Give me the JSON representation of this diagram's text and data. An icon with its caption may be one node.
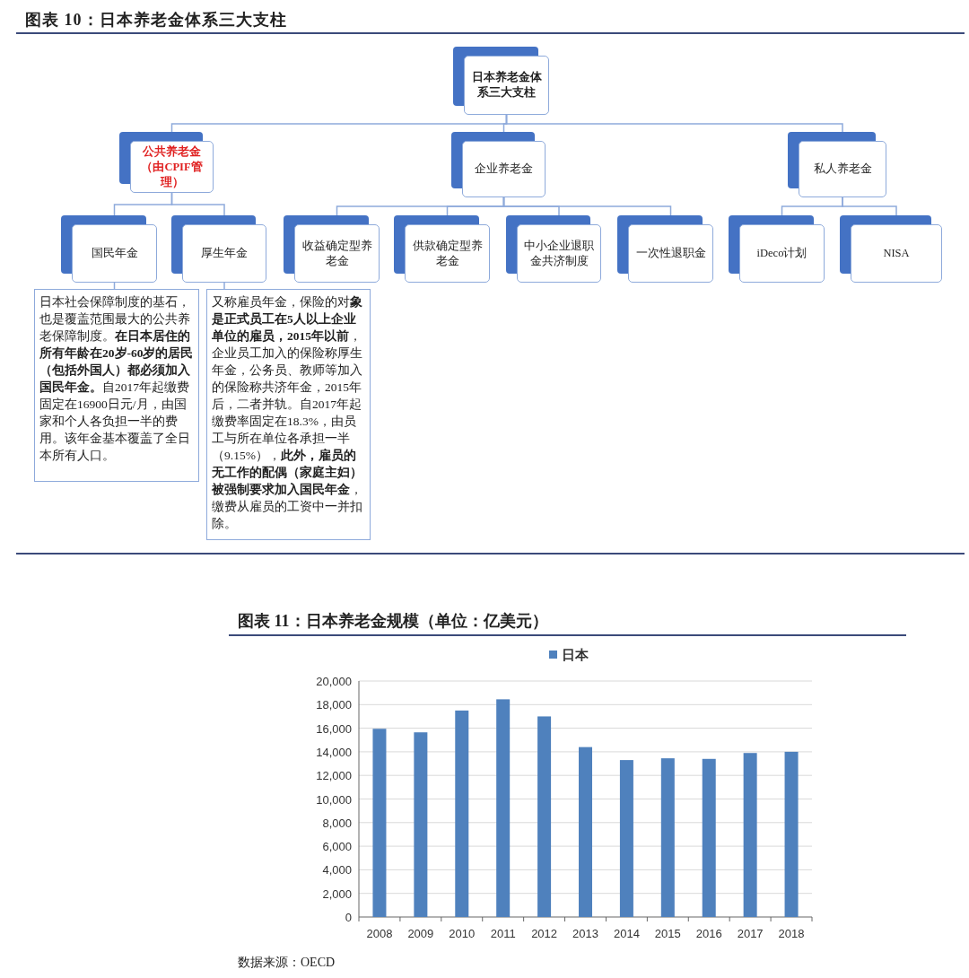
{
  "diagram": {
    "title": "图表 10：日本养老金体系三大支柱",
    "nodes": [
      {
        "text": [
          "日本养老金体系三大支柱"
        ]
      },
      {
        "text": [
          "公共养老金（由CPIF管理）"
        ]
      },
      {
        "text": [
          "企业养老金"
        ]
      },
      {
        "text": [
          "私人养老金"
        ]
      },
      {
        "text": [
          "国民年金"
        ]
      },
      {
        "text": [
          "厚生年金"
        ]
      },
      {
        "text": [
          "收益确定型养老金"
        ]
      },
      {
        "text": [
          "供款确定型养老金"
        ]
      },
      {
        "text": [
          "中小企业退职金共济制度"
        ]
      },
      {
        "text": [
          "一次性退职金"
        ]
      },
      {
        "text": [
          "iDeco计划"
        ]
      },
      {
        "text": [
          "NISA"
        ]
      },
      {
        "text": [
          "日本社会保障制度的基石，也是覆盖范围最大的公共养老保障制度。**在日本居住的所有年龄在20岁-60岁的居民（包括外国人）都必须加入国民年金。**自2017年起缴费固定在16900日元/月，由国家和个人各负担一半的费用。该年金基本覆盖了全日本所有人口。"
        ]
      },
      {
        "text": [
          "又称雇员年金，保险的对**象是正式员工在5人以上企业单位的雇员，2015年以前**，企业员工加入的保险称厚生年金，公务员、教师等加入的保险称共济年金，2015年后，二者并轨。自2017年起缴费率固定在18.3%，由员工与所在单位各承担一半（9.15%），**此外，雇员的无工作的配偶（家庭主妇）被强制要求加入国民年金**，缴费从雇员的工资中一并扣除。"
        ]
      }
    ],
    "edges": [
      {
        "from": 0,
        "to": 1,
        "arrow": "none"
      },
      {
        "from": 0,
        "to": 2,
        "arrow": "none"
      },
      {
        "from": 0,
        "to": 3,
        "arrow": "none"
      },
      {
        "from": 1,
        "to": 4,
        "arrow": "none"
      },
      {
        "from": 1,
        "to": 5,
        "arrow": "none"
      },
      {
        "from": 2,
        "to": 6,
        "arrow": "none"
      },
      {
        "from": 2,
        "to": 7,
        "arrow": "none"
      },
      {
        "from": 2,
        "to": 8,
        "arrow": "none"
      },
      {
        "from": 2,
        "to": 9,
        "arrow": "none"
      },
      {
        "from": 3,
        "to": 10,
        "arrow": "none"
      },
      {
        "from": 3,
        "to": 11,
        "arrow": "none"
      },
      {
        "from": 4,
        "to": 12,
        "arrow": "none"
      },
      {
        "from": 5,
        "to": 13,
        "arrow": "none"
      }
    ],
    "labels": [
      "数据来源：OECD"
    ],
    "chart_data": {
      "type": "bar",
      "title": "图表 11：日本养老金规模（单位：亿美元）",
      "categories": [
        "2008",
        "2009",
        "2010",
        "2011",
        "2012",
        "2013",
        "2014",
        "2015",
        "2016",
        "2017",
        "2018"
      ],
      "series": [
        {
          "name": "日本",
          "color": "#4f81bd",
          "values": [
            15950,
            15650,
            17500,
            18450,
            17000,
            14400,
            13300,
            13450,
            13400,
            13900,
            14000
          ]
        }
      ],
      "ylim": [
        0,
        20000
      ],
      "grid": true,
      "yticks": [
        {
          "value": 0,
          "label": "0"
        },
        {
          "value": 2000,
          "label": "2,000"
        },
        {
          "value": 4000,
          "label": "4,000"
        },
        {
          "value": 6000,
          "label": "6,000"
        },
        {
          "value": 8000,
          "label": "8,000"
        },
        {
          "value": 10000,
          "label": "10,000"
        },
        {
          "value": 12000,
          "label": "12,000"
        },
        {
          "value": 14000,
          "label": "14,000"
        },
        {
          "value": 16000,
          "label": "16,000"
        },
        {
          "value": 18000,
          "label": "18,000"
        },
        {
          "value": 20000,
          "label": "20,000"
        }
      ]
    }
  }
}
